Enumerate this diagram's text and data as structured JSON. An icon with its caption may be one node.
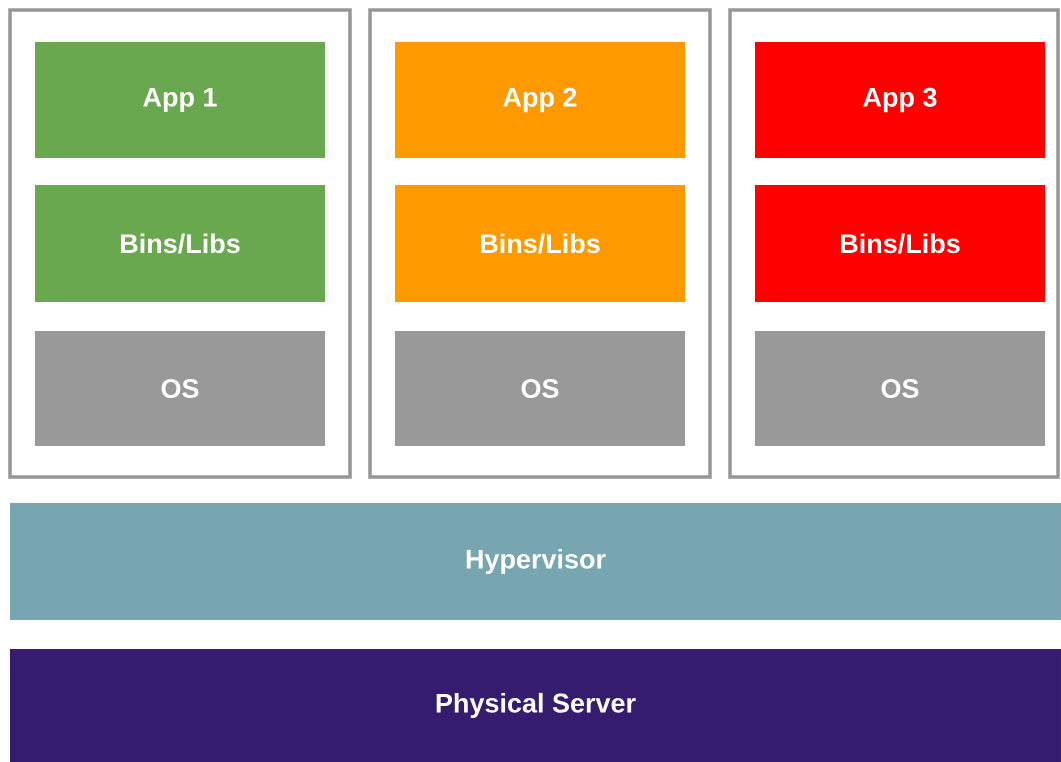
{
  "diagram": {
    "nodes": [
      {
        "text": [],
        "shape": "box"
      },
      {
        "text": [
          "App 1"
        ],
        "in": 0
      },
      {
        "text": [
          "Bins/Libs"
        ],
        "in": 0
      },
      {
        "text": [
          "OS"
        ],
        "in": 0
      },
      {
        "text": [],
        "shape": "box"
      },
      {
        "text": [
          "App 2"
        ],
        "in": 4
      },
      {
        "text": [
          "Bins/Libs"
        ],
        "in": 4
      },
      {
        "text": [
          "OS"
        ],
        "in": 4
      },
      {
        "text": [],
        "shape": "box"
      },
      {
        "text": [
          "App 3"
        ],
        "in": 8
      },
      {
        "text": [
          "Bins/Libs"
        ],
        "in": 8
      },
      {
        "text": [
          "OS"
        ],
        "in": 8
      },
      {
        "text": [
          "Hypervisor"
        ]
      },
      {
        "text": [
          "Physical Server"
        ]
      }
    ]
  }
}
